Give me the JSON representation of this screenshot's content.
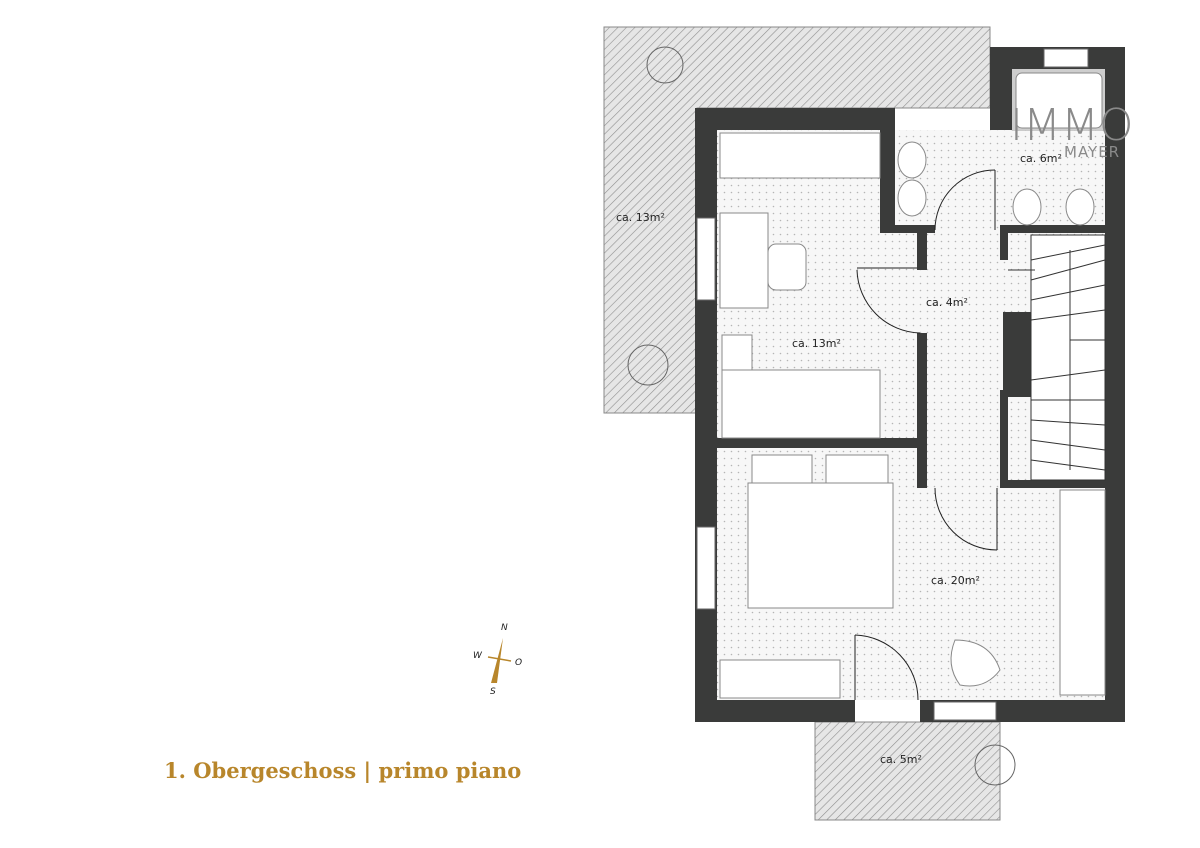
{
  "plan": {
    "title": "1. Obergeschoss | primo piano",
    "rooms": [
      {
        "name": "terrace-west",
        "area": "ca. 13m²"
      },
      {
        "name": "bathroom",
        "area": "ca. 6m²"
      },
      {
        "name": "hallway",
        "area": "ca. 4m²"
      },
      {
        "name": "bedroom-small",
        "area": "ca. 13m²"
      },
      {
        "name": "bedroom-master",
        "area": "ca. 20m²"
      },
      {
        "name": "balcony-south",
        "area": "ca. 5m²"
      }
    ]
  },
  "compass": {
    "n": "N",
    "w": "W",
    "o": "O",
    "s": "S"
  },
  "logo": {
    "line1": "IMMO",
    "line2": "MAYER"
  },
  "colors": {
    "accent": "#b8862b",
    "wall": "#3a3b3a",
    "hatch": "#9a9a9a"
  }
}
